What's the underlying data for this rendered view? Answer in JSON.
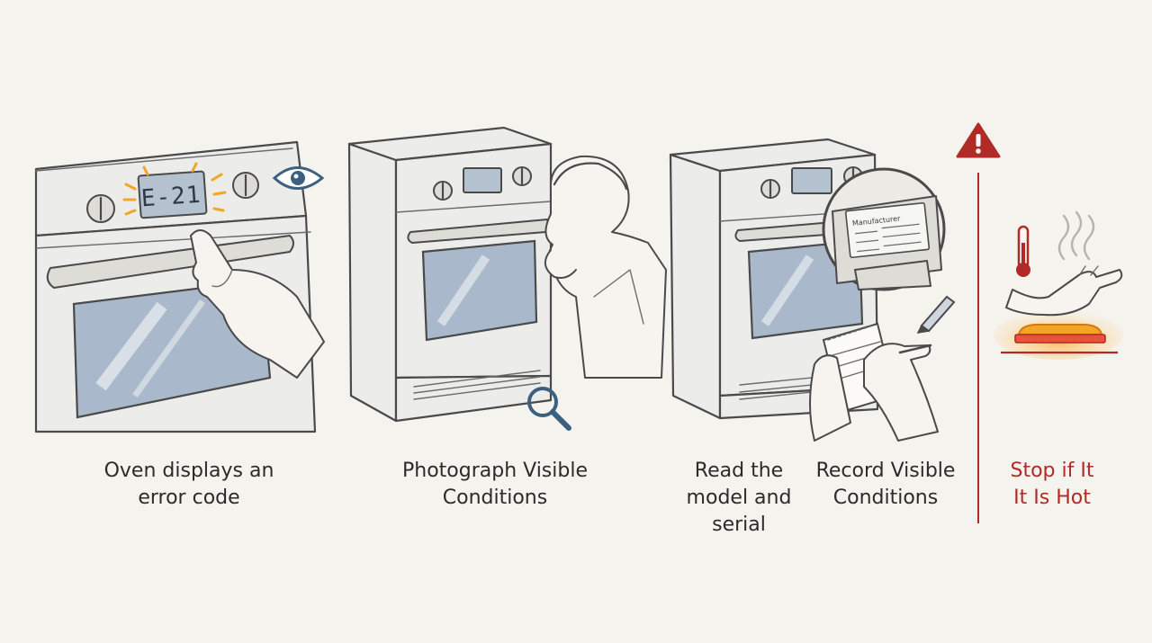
{
  "panels": [
    {
      "id": "error",
      "display_code": "E-21",
      "caption": [
        "Oven displays an",
        "error code"
      ]
    },
    {
      "id": "photograph",
      "caption": [
        "Photograph Visible",
        "Conditions"
      ]
    },
    {
      "id": "model",
      "caption": [
        "Read the",
        "model and",
        "serial"
      ]
    },
    {
      "id": "record",
      "caption": [
        "Record Visible",
        "Conditions"
      ],
      "label_title": "Manufacturer"
    },
    {
      "id": "hot",
      "caption": [
        "Stop if It",
        "It Is Hot"
      ]
    }
  ],
  "colors": {
    "background": "#f4f3ee",
    "warning": "#b22a26",
    "glow": "#f2a623",
    "glass": "#a9b9cb",
    "eye": "#3d5f80"
  }
}
